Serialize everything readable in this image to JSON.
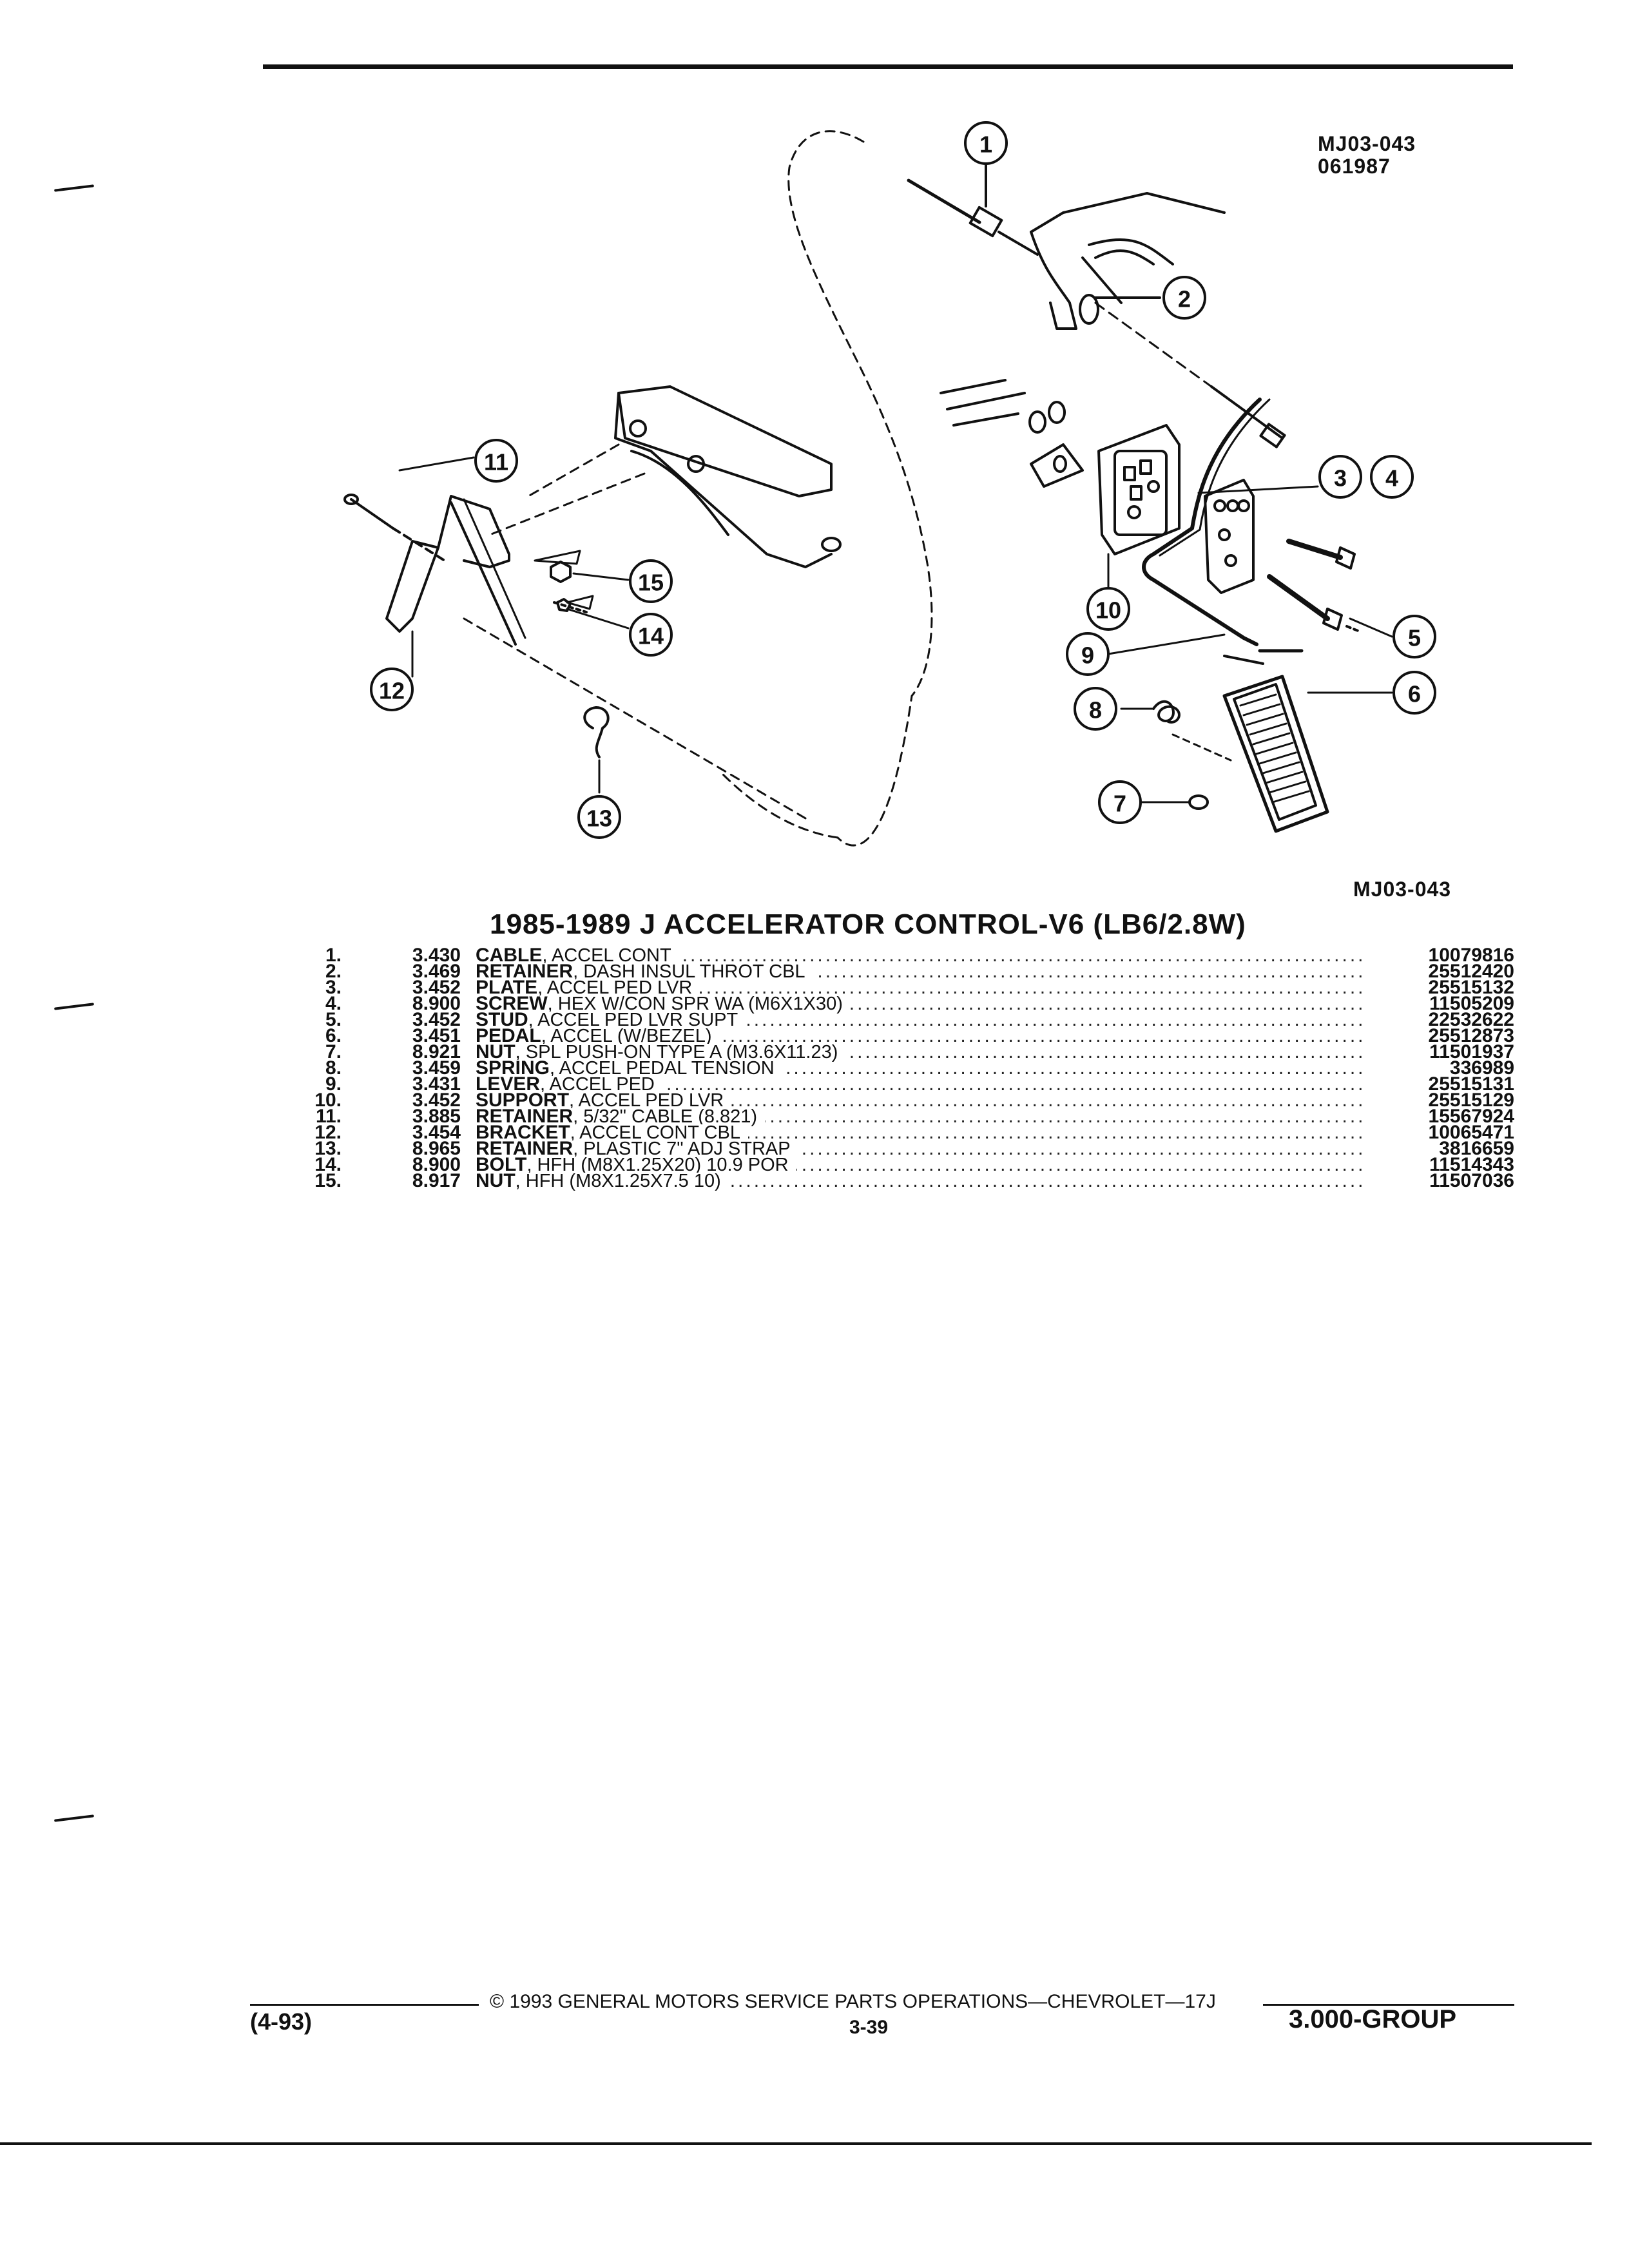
{
  "figure": {
    "id_top": "MJ03-043",
    "date_code": "061987",
    "id_bottom": "MJ03-043",
    "callouts": [
      "1",
      "2",
      "3",
      "4",
      "5",
      "6",
      "7",
      "8",
      "9",
      "10",
      "11",
      "12",
      "13",
      "14",
      "15"
    ]
  },
  "title": "1985-1989 J ACCELERATOR CONTROL-V6 (LB6/2.8W)",
  "parts": [
    {
      "num": "1.",
      "code": "3.430",
      "name": "CABLE",
      "spec": ", ACCEL CONT",
      "pn": "10079816"
    },
    {
      "num": "2.",
      "code": "3.469",
      "name": "RETAINER",
      "spec": ", DASH INSUL THROT CBL",
      "pn": "25512420"
    },
    {
      "num": "3.",
      "code": "3.452",
      "name": "PLATE",
      "spec": ", ACCEL PED LVR",
      "pn": "25515132"
    },
    {
      "num": "4.",
      "code": "8.900",
      "name": "SCREW",
      "spec": ", HEX W/CON SPR WA (M6X1X30)",
      "pn": "11505209"
    },
    {
      "num": "5.",
      "code": "3.452",
      "name": "STUD",
      "spec": ", ACCEL PED LVR SUPT",
      "pn": "22532622"
    },
    {
      "num": "6.",
      "code": "3.451",
      "name": "PEDAL",
      "spec": ", ACCEL (W/BEZEL)",
      "pn": "25512873"
    },
    {
      "num": "7.",
      "code": "8.921",
      "name": "NUT",
      "spec": ", SPL PUSH-ON TYPE A (M3.6X11.23)",
      "pn": "11501937"
    },
    {
      "num": "8.",
      "code": "3.459",
      "name": "SPRING",
      "spec": ", ACCEL PEDAL TENSION",
      "pn": "336989"
    },
    {
      "num": "9.",
      "code": "3.431",
      "name": "LEVER",
      "spec": ", ACCEL PED",
      "pn": "25515131"
    },
    {
      "num": "10.",
      "code": "3.452",
      "name": "SUPPORT",
      "spec": ", ACCEL PED LVR",
      "pn": "25515129"
    },
    {
      "num": "11.",
      "code": "3.885",
      "name": "RETAINER",
      "spec": ", 5/32\" CABLE (8.821)",
      "pn": "15567924"
    },
    {
      "num": "12.",
      "code": "3.454",
      "name": "BRACKET",
      "spec": ", ACCEL CONT CBL",
      "pn": "10065471"
    },
    {
      "num": "13.",
      "code": "8.965",
      "name": "RETAINER",
      "spec": ", PLASTIC 7\" ADJ STRAP",
      "pn": "3816659"
    },
    {
      "num": "14.",
      "code": "8.900",
      "name": "BOLT",
      "spec": ", HFH (M8X1.25X20) 10.9 POR",
      "pn": "11514343"
    },
    {
      "num": "15.",
      "code": "8.917",
      "name": "NUT",
      "spec": ", HFH (M8X1.25X7.5 10)",
      "pn": "11507036"
    }
  ],
  "footer": {
    "copyright": "© 1993 GENERAL MOTORS SERVICE PARTS OPERATIONS—CHEVROLET—17J",
    "date": "(4-93)",
    "page": "3-39",
    "group": "3.000-GROUP"
  }
}
